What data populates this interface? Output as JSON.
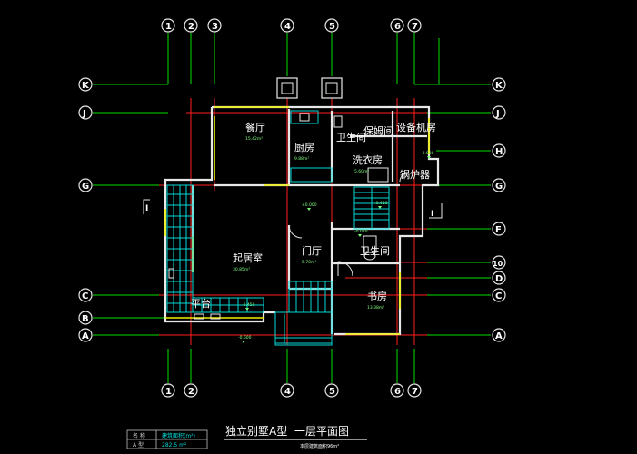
{
  "drawing": {
    "title": "独立别墅A型",
    "subtitle": "一层平面图",
    "note": "本层建筑面积96m²"
  },
  "title_block": {
    "row1_label": "名 称",
    "row1_value": "建筑面积(m²)",
    "row2_label": "A 型",
    "row2_value": "282.5 m²"
  },
  "axes": {
    "top_numbers": [
      "1",
      "2",
      "3",
      "4",
      "5",
      "6",
      "7"
    ],
    "bottom_numbers": [
      "1",
      "2",
      "4",
      "5",
      "6",
      "7"
    ],
    "left_letters": [
      "K",
      "J",
      "G",
      "C",
      "B",
      "A"
    ],
    "right_letters": [
      "K",
      "J",
      "H",
      "G",
      "F",
      "10",
      "D",
      "C",
      "A"
    ]
  },
  "section_marks": [
    "I",
    "I"
  ],
  "rooms": {
    "dining": {
      "name": "餐厅",
      "area": "15.42m²"
    },
    "kitchen": {
      "name": "厨房",
      "area": "9.88m²"
    },
    "bath1": {
      "name": "卫生间"
    },
    "storage": {
      "name": "保姆间"
    },
    "equipment": {
      "name": "设备机房"
    },
    "laundry": {
      "name": "洗衣房",
      "area": "5.60m²"
    },
    "boiler": {
      "name": "锅炉器"
    },
    "living": {
      "name": "起居室",
      "area": "30.85m²"
    },
    "foyer": {
      "name": "门厅",
      "area": "5.70m²"
    },
    "bath2": {
      "name": "卫生间"
    },
    "study": {
      "name": "书房",
      "area": "13.38m²"
    },
    "terrace": {
      "name": "平台"
    }
  },
  "elevations": {
    "e1": "±0.000",
    "e2": "-0.450",
    "e3": "-0.030",
    "e4": "-0.450",
    "e5": "-0.600",
    "e6": "-0.020"
  }
}
